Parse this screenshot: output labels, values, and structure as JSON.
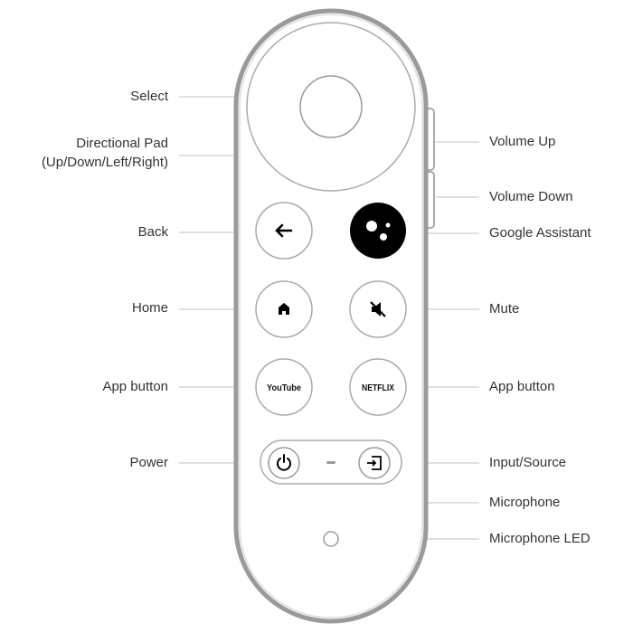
{
  "labels": {
    "select": "Select",
    "dpad_line1": "Directional Pad",
    "dpad_line2": "(Up/Down/Left/Right)",
    "back": "Back",
    "home": "Home",
    "app_left": "App button",
    "power": "Power",
    "volume_up": "Volume Up",
    "volume_down": "Volume Down",
    "assistant": "Google Assistant",
    "mute": "Mute",
    "app_right": "App button",
    "input": "Input/Source",
    "microphone": "Microphone",
    "mic_led": "Microphone LED"
  },
  "buttons": {
    "youtube": "YouTube",
    "netflix": "NETFLIX"
  },
  "icons": {
    "back": "arrow-left-icon",
    "assistant": "google-assistant-icon",
    "home": "home-icon",
    "mute": "mute-icon",
    "power": "power-icon",
    "input": "input-source-icon"
  },
  "colors": {
    "outline": "#9a9a9a",
    "leader": "#cccccc",
    "assistant_fill": "#000000"
  }
}
